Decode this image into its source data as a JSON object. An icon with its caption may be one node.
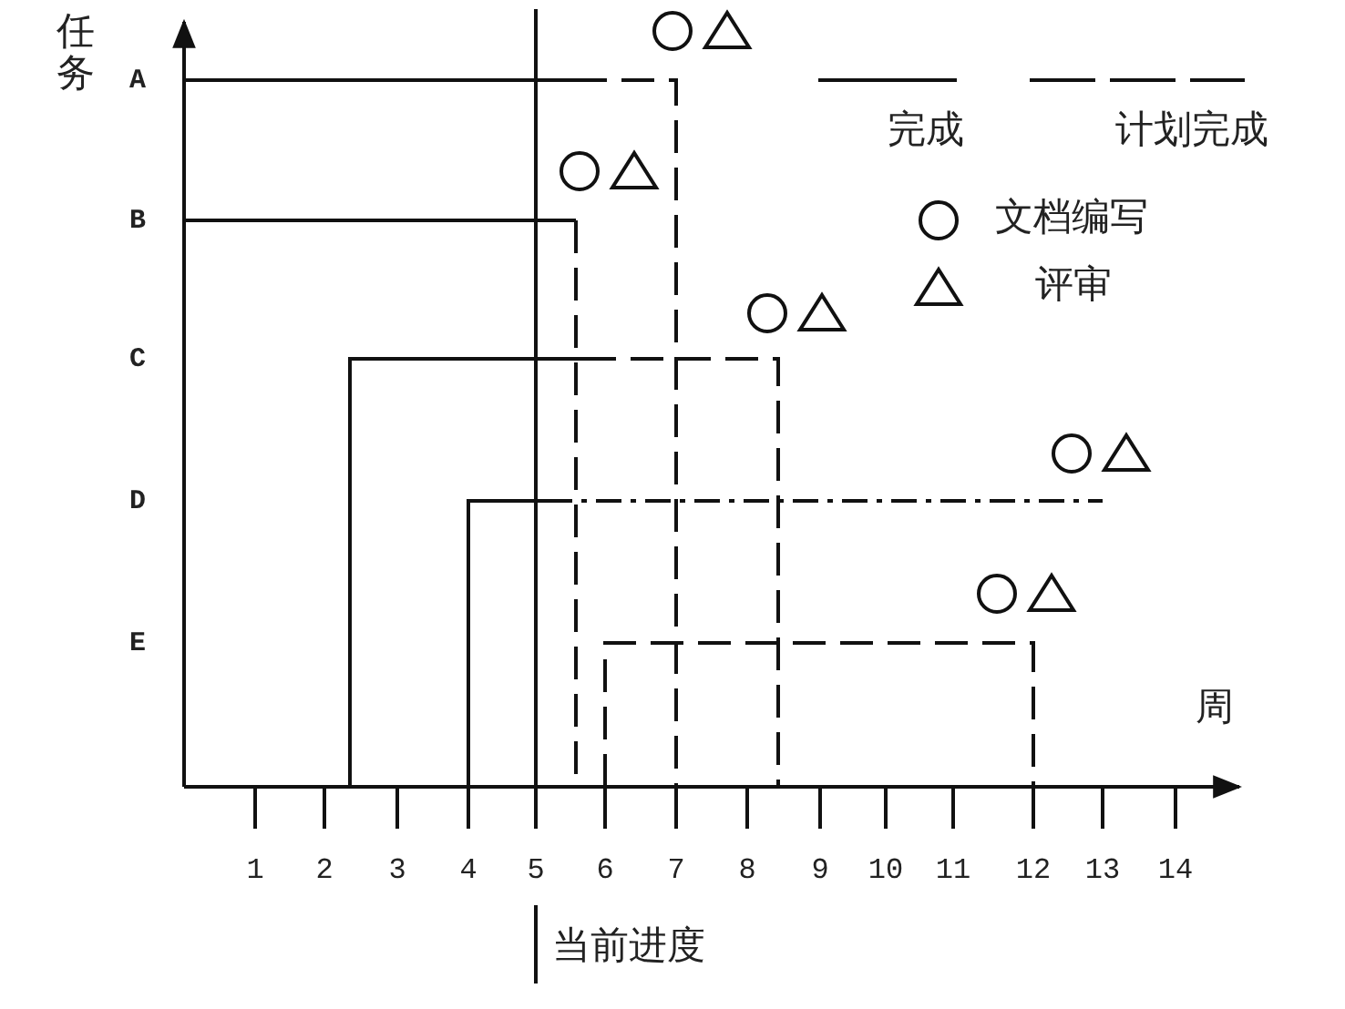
{
  "diagram": {
    "labels": [
      "任务",
      "A",
      "B",
      "C",
      "D",
      "E",
      "周",
      "1",
      "2",
      "3",
      "4",
      "5",
      "6",
      "7",
      "8",
      "9",
      "10",
      "11",
      "12",
      "13",
      "14",
      "当前进度"
    ],
    "legend": [
      {
        "text": "完成"
      },
      {
        "text": "计划完成"
      },
      {
        "text": "文档编写"
      },
      {
        "text": "评审"
      }
    ]
  }
}
